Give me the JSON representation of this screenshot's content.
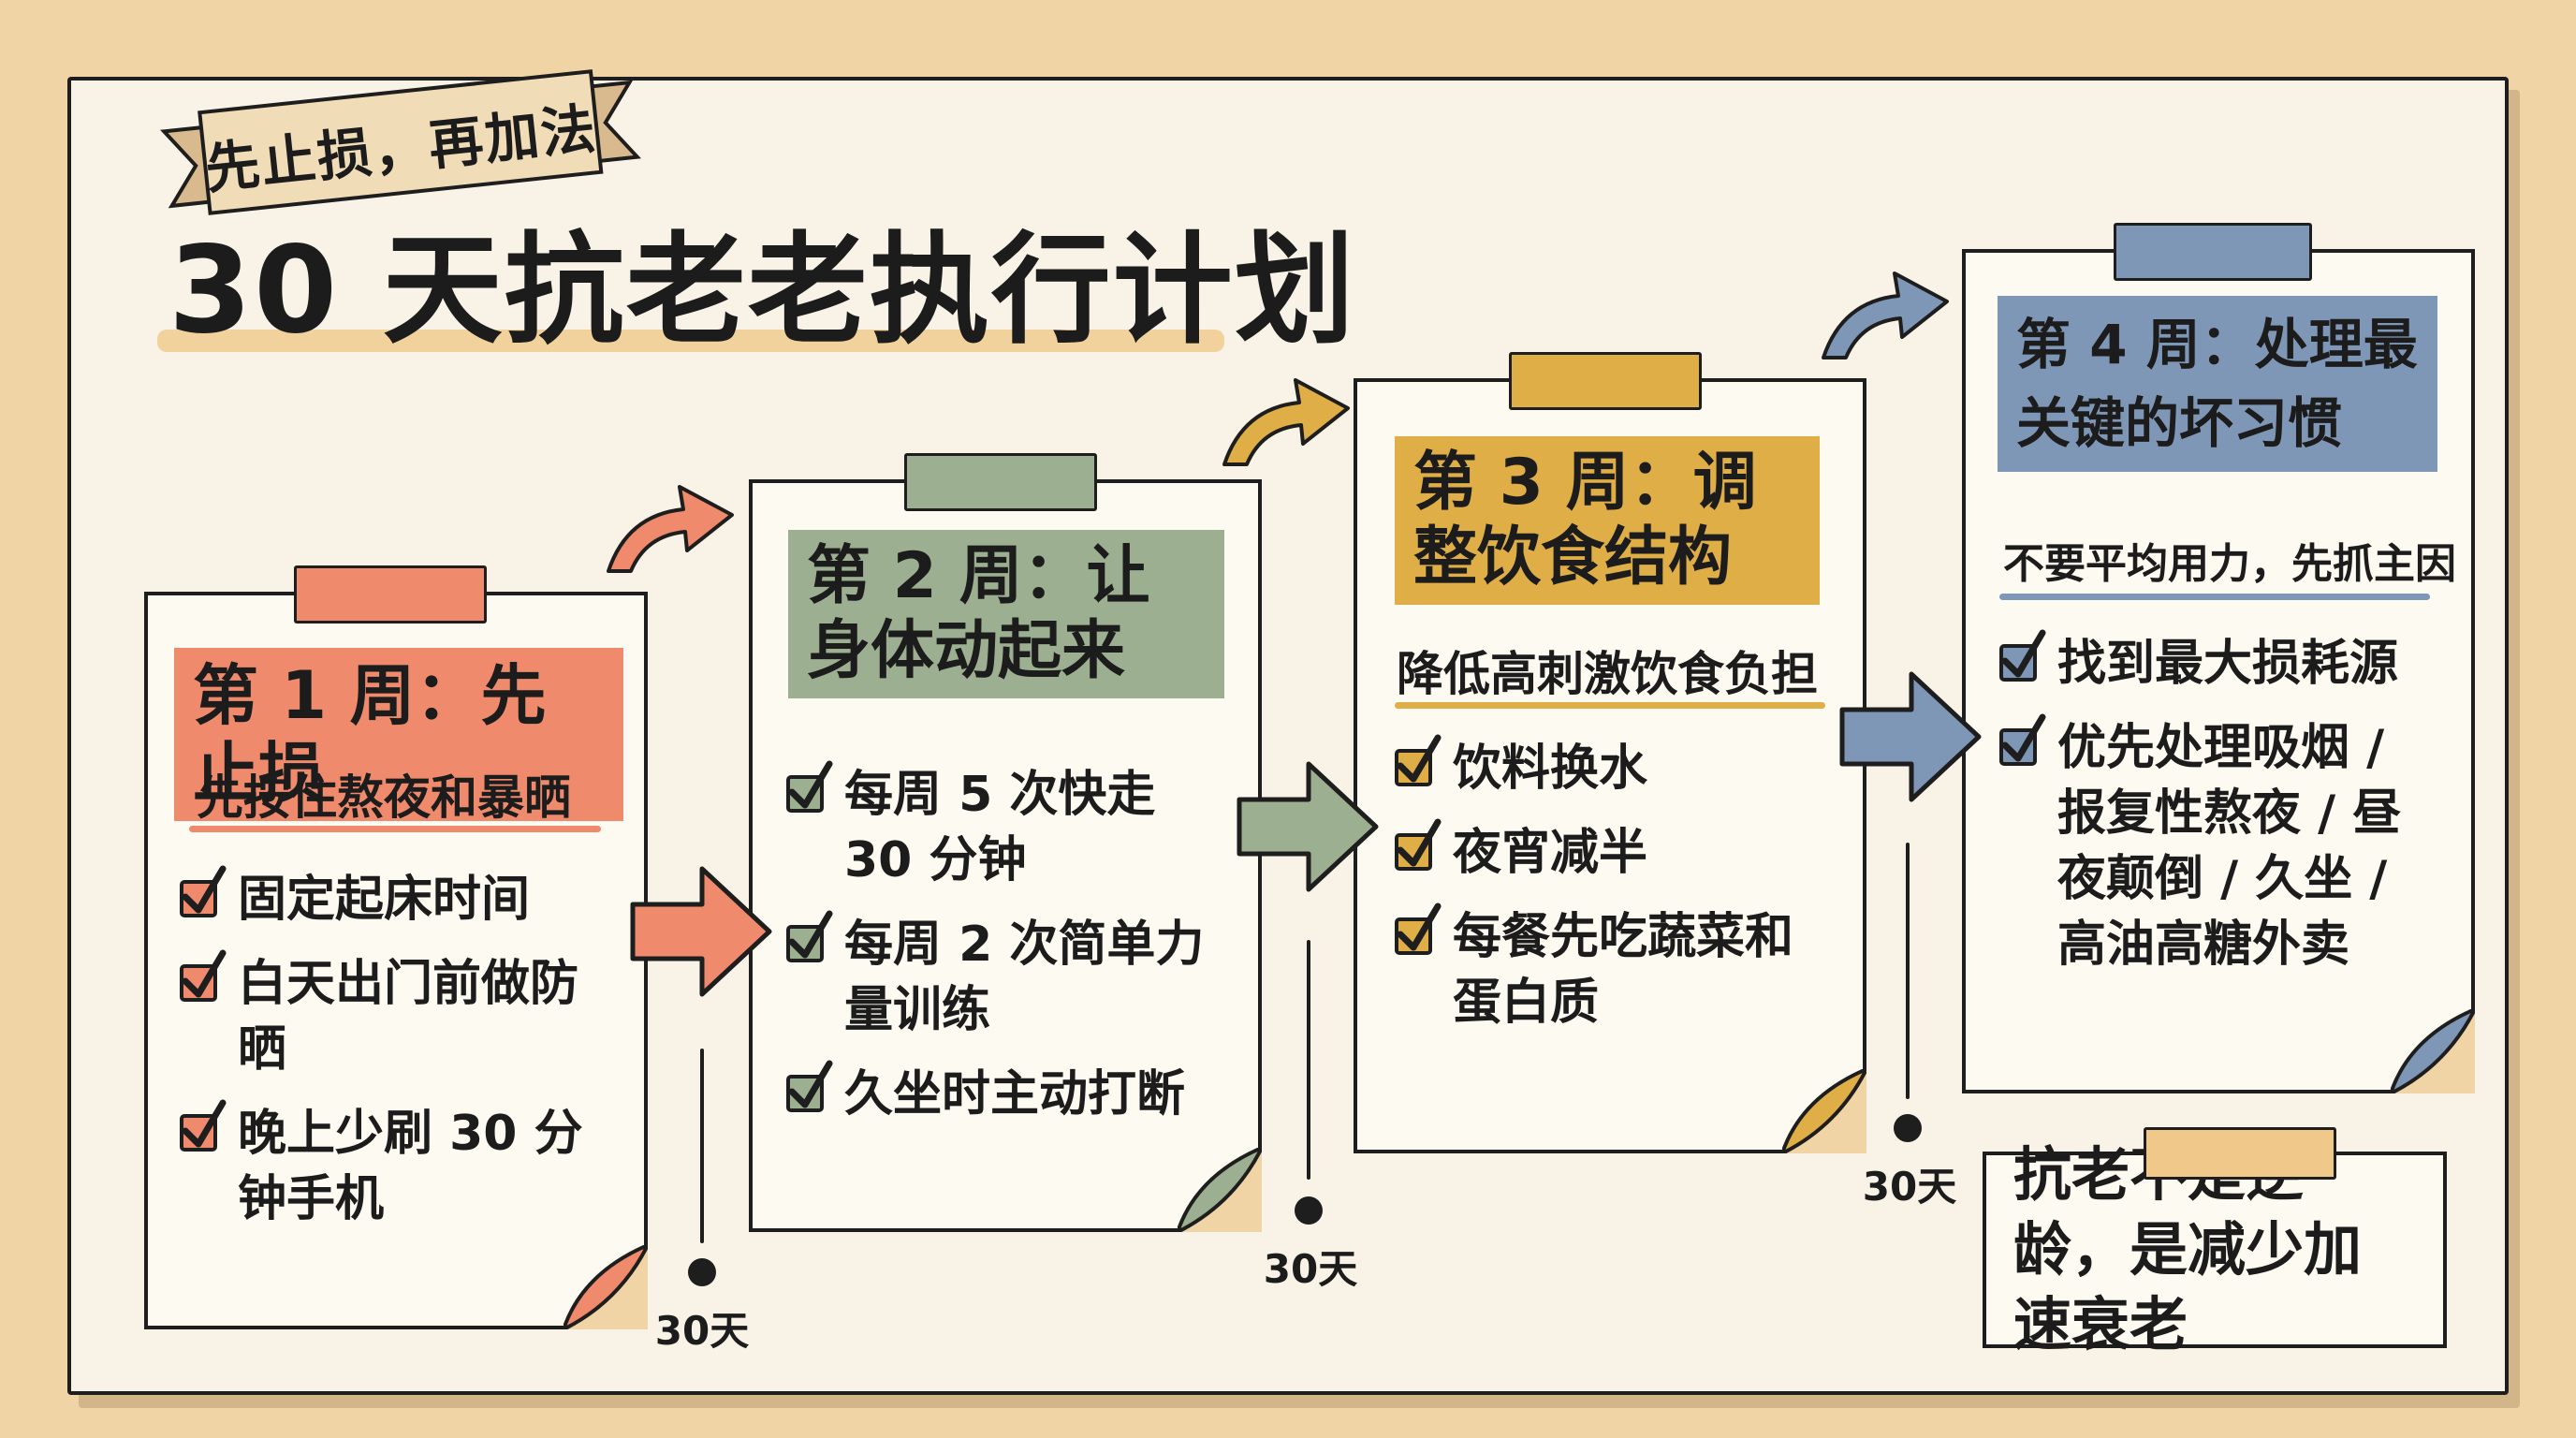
{
  "banner": {
    "text": "先止损，再加法"
  },
  "title": "30 天抗老老执行计划",
  "weeks": [
    {
      "title": "第 1 周：先止损",
      "subtitle": "先按住熬夜和暴晒",
      "items": [
        "固定起床时间",
        "白天出门前做防晒",
        "晚上少刷 30 分钟手机"
      ],
      "duration": "30天",
      "color": "#ef8a6c"
    },
    {
      "title": "第 2 周：让身体动起来",
      "subtitle": "",
      "items": [
        "每周 5 次快走 30 分钟",
        "每周 2 次简单力量训练",
        "久坐时主动打断"
      ],
      "duration": "30天",
      "color": "#9daf91"
    },
    {
      "title": "第 3 周：调整饮食结构",
      "subtitle": "降低高刺激饮食负担",
      "items": [
        "饮料换水",
        "夜宵减半",
        "每餐先吃蔬菜和蛋白质"
      ],
      "duration": "30天",
      "color": "#dfae46"
    },
    {
      "title": "第 4 周：处理最关键的坏习惯",
      "subtitle": "不要平均用力，先抓主因",
      "items": [
        "找到最大损耗源",
        "优先处理吸烟 / 报复性熬夜 / 昼夜颠倒 / 久坐 / 高油高糖外卖"
      ],
      "duration": "30天",
      "color": "#7f97b7"
    }
  ],
  "note": {
    "text": "抗老不是逆龄，是减少加速衰老"
  },
  "colors": {
    "background": "#f0d4a6",
    "board": "#f8f3e6",
    "ink": "#1e1e1e"
  }
}
